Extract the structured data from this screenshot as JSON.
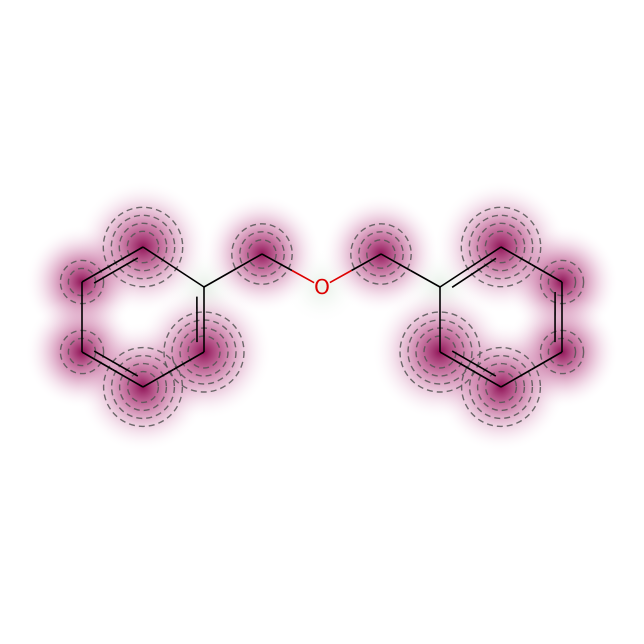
{
  "molecule": {
    "atoms": [
      {
        "id": "c_r1_top",
        "element": "C",
        "weight": 0.95
      },
      {
        "id": "c_r1_left_top",
        "element": "C",
        "weight": 0.6
      },
      {
        "id": "c_r1_left_bottom",
        "element": "C",
        "weight": 0.6
      },
      {
        "id": "c_r1_bottom",
        "element": "C",
        "weight": 0.9
      },
      {
        "id": "c_r1_right_bottom",
        "element": "C",
        "weight": 1.0
      },
      {
        "id": "c_r1_ipso",
        "element": "C",
        "weight": 0.0
      },
      {
        "id": "c_ch2_left",
        "element": "C",
        "weight": 0.7
      },
      {
        "id": "o_ether",
        "element": "O",
        "label": "O",
        "weight": -0.15
      },
      {
        "id": "c_ch2_right",
        "element": "C",
        "weight": 0.7
      },
      {
        "id": "c_r2_ipso",
        "element": "C",
        "weight": 0.0
      },
      {
        "id": "c_r2_top",
        "element": "C",
        "weight": 0.95
      },
      {
        "id": "c_r2_right_top",
        "element": "C",
        "weight": 0.6
      },
      {
        "id": "c_r2_right_bottom",
        "element": "C",
        "weight": 0.6
      },
      {
        "id": "c_r2_bottom",
        "element": "C",
        "weight": 0.9
      },
      {
        "id": "c_r2_left_bottom",
        "element": "C",
        "weight": 1.0
      }
    ],
    "bonds": [
      {
        "a": "c_r1_ipso",
        "b": "c_r1_top",
        "order": 1
      },
      {
        "a": "c_r1_top",
        "b": "c_r1_left_top",
        "order": 2
      },
      {
        "a": "c_r1_left_top",
        "b": "c_r1_left_bottom",
        "order": 1
      },
      {
        "a": "c_r1_left_bottom",
        "b": "c_r1_bottom",
        "order": 2
      },
      {
        "a": "c_r1_bottom",
        "b": "c_r1_right_bottom",
        "order": 1
      },
      {
        "a": "c_r1_right_bottom",
        "b": "c_r1_ipso",
        "order": 2
      },
      {
        "a": "c_r1_ipso",
        "b": "c_ch2_left",
        "order": 1
      },
      {
        "a": "c_ch2_left",
        "b": "o_ether",
        "order": 1
      },
      {
        "a": "o_ether",
        "b": "c_ch2_right",
        "order": 1
      },
      {
        "a": "c_ch2_right",
        "b": "c_r2_ipso",
        "order": 1
      },
      {
        "a": "c_r2_ipso",
        "b": "c_r2_top",
        "order": 2
      },
      {
        "a": "c_r2_top",
        "b": "c_r2_right_top",
        "order": 1
      },
      {
        "a": "c_r2_right_top",
        "b": "c_r2_right_bottom",
        "order": 2
      },
      {
        "a": "c_r2_right_bottom",
        "b": "c_r2_bottom",
        "order": 1
      },
      {
        "a": "c_r2_bottom",
        "b": "c_r2_left_bottom",
        "order": 2
      },
      {
        "a": "c_r2_left_bottom",
        "b": "c_r2_ipso",
        "order": 1
      }
    ]
  },
  "colors": {
    "background": "#ffffff",
    "bond": "#000000",
    "oxygen": "#dd0000",
    "positive_weight": "#8b0a50",
    "negative_weight": "#2e7d32",
    "contour": "#555555"
  }
}
